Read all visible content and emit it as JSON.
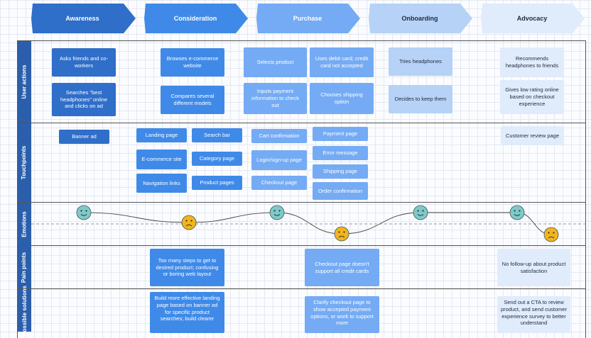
{
  "stages": [
    "Awareness",
    "Consideration",
    "Purchase",
    "Onboarding",
    "Advocacy"
  ],
  "lanes": [
    "User actions",
    "Touchpoints",
    "Emotions",
    "Pain points",
    "Possible solutions"
  ],
  "user_actions": {
    "awareness": [
      "Asks friends and co-workers",
      "Searches \"best headphones\" online and clicks on ad"
    ],
    "consideration": [
      "Browses e-commerce website",
      "Compares several different models"
    ],
    "purchase": [
      "Selects product",
      "Uses debit card; credit card not accepted",
      "Inputs payment information to check out",
      "Chooses shipping option"
    ],
    "onboarding": [
      "Tries headphones",
      "Decides to keep them"
    ],
    "advocacy": [
      "Recommends headphones to friends",
      "Gives low rating online based on checkout experience"
    ]
  },
  "touchpoints": {
    "awareness": [
      "Banner ad"
    ],
    "consideration": [
      "Landing page",
      "Search bar",
      "E-commerce site",
      "Category page",
      "Navigation links",
      "Product pages"
    ],
    "purchase": [
      "Cart confirmation",
      "Payment page",
      "Error message",
      "Login/sign-up page",
      "Shipping page",
      "Checkout page",
      "Order confirmation"
    ],
    "advocacy": [
      "Customer review page"
    ]
  },
  "emotions": [
    "happy",
    "sad",
    "happy",
    "sad",
    "happy",
    "happy",
    "sad"
  ],
  "pain_points": {
    "consideration": "Too many steps to get to desired product; confusing or boring web layout",
    "purchase": "Checkout page doesn't support all credit cards",
    "advocacy": "No follow-up about product satisfaction"
  },
  "solutions": {
    "consideration": "Build more effective landing page based on banner ad for specific product searches; build clearer",
    "purchase": "Clarify checkout page to show accepted payment options, or work to support more",
    "advocacy": "Send out a CTA to review product, and send customer experience survey to better understand"
  },
  "colors": {
    "stage": [
      "#2f6ec9",
      "#3f8ae8",
      "#74abf4",
      "#b6d2f6",
      "#e0ecfb"
    ],
    "lane_label": "#2b5fab",
    "happy_face": "#7fc9c9",
    "sad_face": "#f2b51d"
  }
}
